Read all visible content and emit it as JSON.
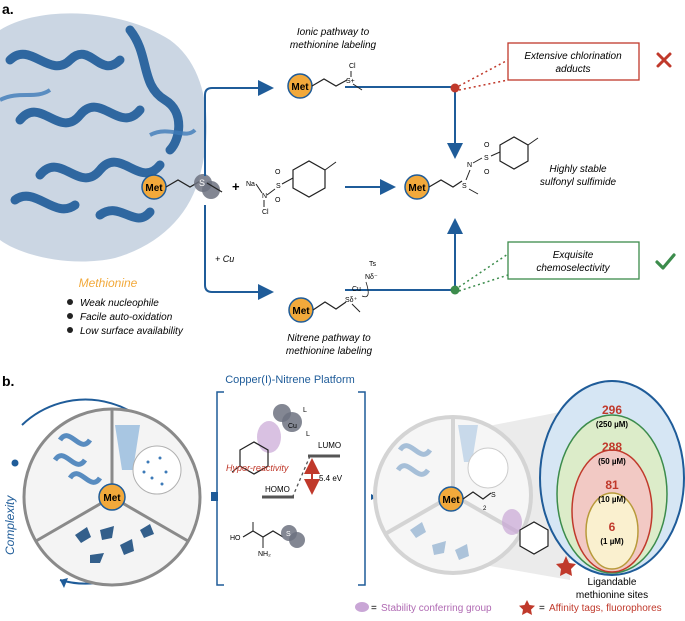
{
  "panel_a": {
    "label": "a.",
    "ionic": {
      "line1": "Ionic pathway to",
      "line2": "methionine labeling"
    },
    "nitrene": {
      "line1": "Nitrene pathway to",
      "line2": "methionine labeling"
    },
    "chlorination": {
      "line1": "Extensive chlorination",
      "line2": "adducts"
    },
    "chemoselectivity": {
      "line1": "Exquisite",
      "line2": "chemoselectivity"
    },
    "product": {
      "line1": "Highly stable",
      "line2": "sulfonyl sulfimide"
    },
    "plus": "+",
    "cu": "+ Cu",
    "met": "Met",
    "methionine": {
      "title": "Methionine",
      "bullets": [
        "Weak nucleophile",
        "Facile auto-oxidation",
        "Low surface availability"
      ]
    },
    "atoms": {
      "na": "Na",
      "n": "N",
      "cl": "Cl",
      "s": "S",
      "o": "O",
      "s_plus": "S+",
      "ts": "Ts",
      "n_minus": "Nδ⁻",
      "cu": "Cu",
      "s_delta": "Sδ⁺"
    }
  },
  "panel_b": {
    "label": "b.",
    "complexity": "Complexity",
    "platform_title": "Copper(I)-Nitrene Platform",
    "lumo": "LUMO",
    "homo": "HOMO",
    "hyper": "Hyper-reactivity",
    "energy": "5.4 eV",
    "met": "Met",
    "atoms": {
      "l": "L",
      "cu": "Cu",
      "ho": "HO",
      "nh2": "NH₂",
      "s": "S",
      "two": "2"
    },
    "sites": [
      {
        "count": "296",
        "conc": "(250 µM)",
        "color": "#d6e6f4"
      },
      {
        "count": "288",
        "conc": "(50 µM)",
        "color": "#dcecc9"
      },
      {
        "count": "81",
        "conc": "(10 µM)",
        "color": "#f2c9c4"
      },
      {
        "count": "6",
        "conc": "(1 µM)",
        "color": "#faf0cf"
      }
    ],
    "sites_caption": {
      "line1": "Ligandable",
      "line2": "methionine sites"
    },
    "legend": [
      {
        "symbol": "= ",
        "text": "Stability conferring group",
        "color": "#b06ab3"
      },
      {
        "symbol": "= ",
        "text": "Affinity tags, fluorophores",
        "color": "#c0392b"
      }
    ]
  },
  "colors": {
    "blue": "#1f5c99",
    "orange": "#f2a93b",
    "red": "#c0392b",
    "green": "#3c8c4c",
    "grey": "#8a8a8a"
  }
}
